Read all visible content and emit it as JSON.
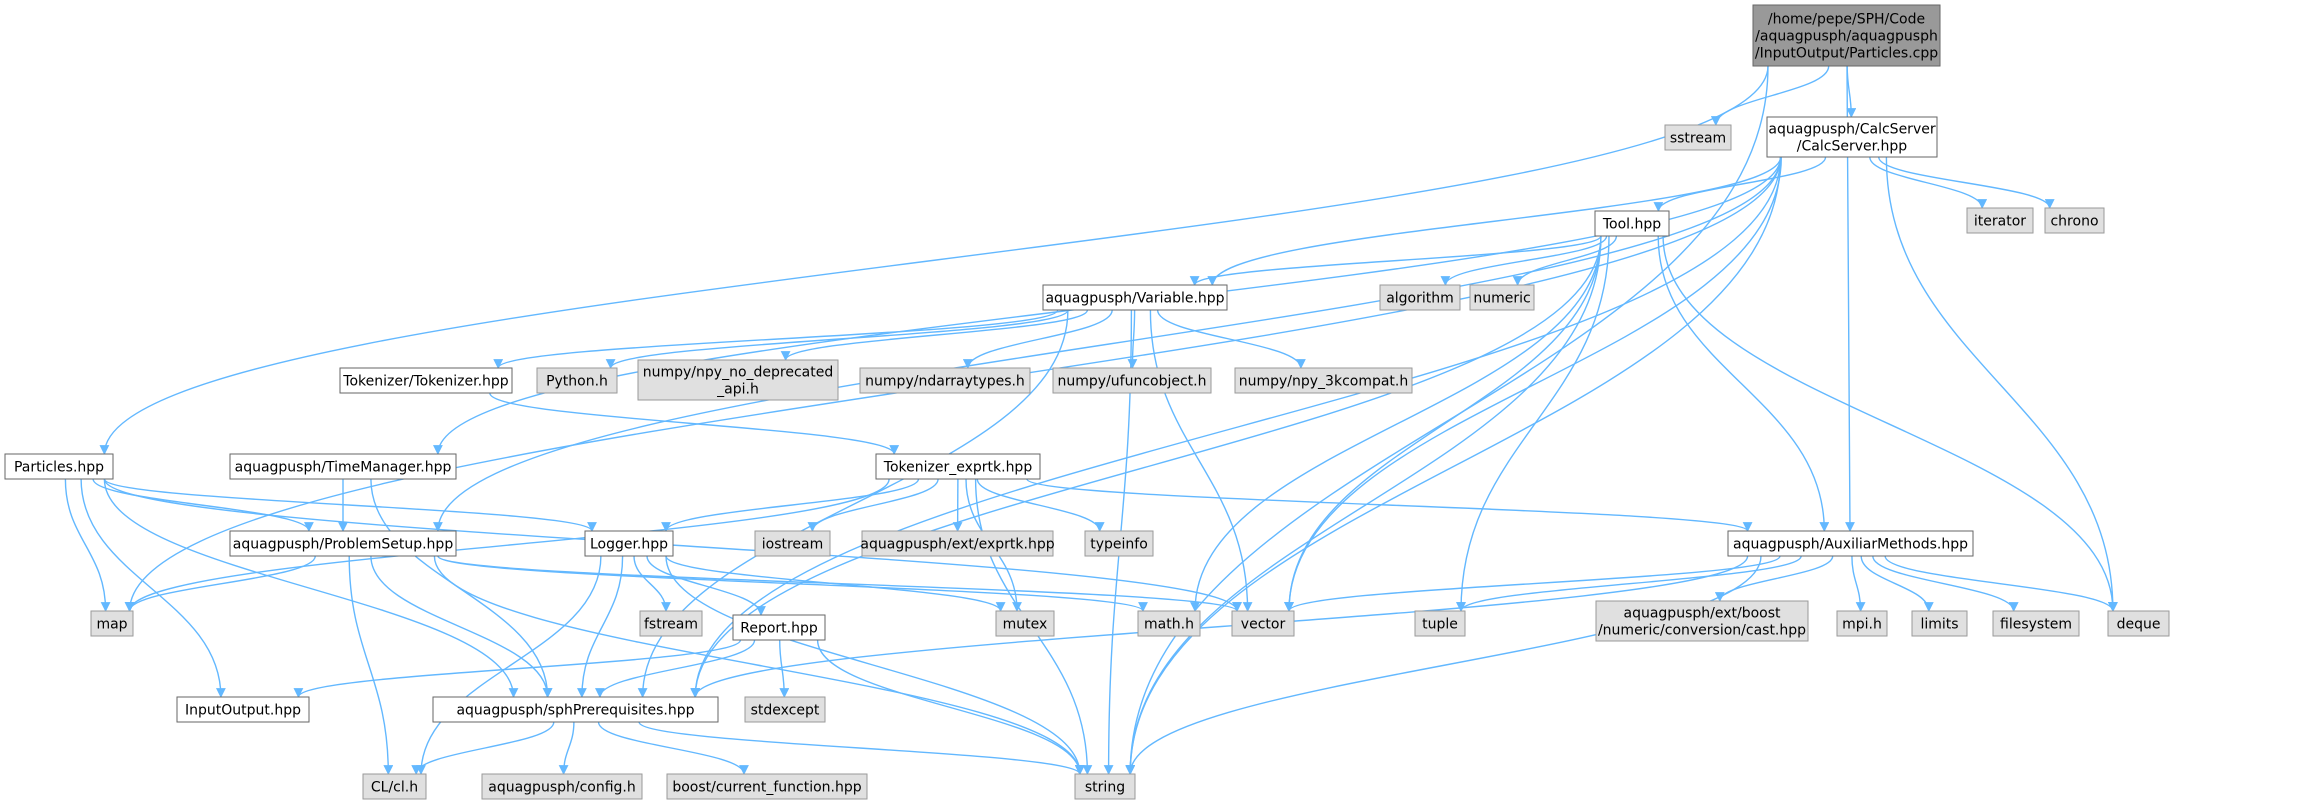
{
  "colors": {
    "edge": "#63b8ff",
    "root_fill": "#999999",
    "doc_fill": "#ffffff",
    "ext_fill": "#e0e0e0",
    "border": "#666666"
  },
  "nodes": {
    "root": [
      "/home/pepe/SPH/Code",
      "/aquagpusph/aquagpusph",
      "/InputOutput/Particles.cpp"
    ],
    "sstream": [
      "sstream"
    ],
    "calcserver": [
      "aquagpusph/CalcServer",
      "/CalcServer.hpp"
    ],
    "iterator": [
      "iterator"
    ],
    "chrono": [
      "chrono"
    ],
    "tool": [
      "Tool.hpp"
    ],
    "algorithm": [
      "algorithm"
    ],
    "numeric": [
      "numeric"
    ],
    "variable": [
      "aquagpusph/Variable.hpp"
    ],
    "tokenizer": [
      "Tokenizer/Tokenizer.hpp"
    ],
    "pythonh": [
      "Python.h"
    ],
    "npy_no_dep": [
      "numpy/npy_no_deprecated",
      "_api.h"
    ],
    "ndarraytypes": [
      "numpy/ndarraytypes.h"
    ],
    "ufuncobject": [
      "numpy/ufuncobject.h"
    ],
    "npy_3k": [
      "numpy/npy_3kcompat.h"
    ],
    "particles": [
      "Particles.hpp"
    ],
    "timemanager": [
      "aquagpusph/TimeManager.hpp"
    ],
    "tokexprtk": [
      "Tokenizer_exprtk.hpp"
    ],
    "problemsetup": [
      "aquagpusph/ProblemSetup.hpp"
    ],
    "logger": [
      "Logger.hpp"
    ],
    "iostream": [
      "iostream"
    ],
    "extexprtk": [
      "aquagpusph/ext/exprtk.hpp"
    ],
    "typeinfo": [
      "typeinfo"
    ],
    "auxiliar": [
      "aquagpusph/AuxiliarMethods.hpp"
    ],
    "map": [
      "map"
    ],
    "fstream": [
      "fstream"
    ],
    "mutex": [
      "mutex"
    ],
    "mathh": [
      "math.h"
    ],
    "vector": [
      "vector"
    ],
    "tuple": [
      "tuple"
    ],
    "boostcast": [
      "aquagpusph/ext/boost",
      "/numeric/conversion/cast.hpp"
    ],
    "mpih": [
      "mpi.h"
    ],
    "limits": [
      "limits"
    ],
    "filesystem": [
      "filesystem"
    ],
    "deque": [
      "deque"
    ],
    "report": [
      "Report.hpp"
    ],
    "stdexcept": [
      "stdexcept"
    ],
    "inputoutput": [
      "InputOutput.hpp"
    ],
    "sphprereq": [
      "aquagpusph/sphPrerequisites.hpp"
    ],
    "clh": [
      "CL/cl.h"
    ],
    "config": [
      "aquagpusph/config.h"
    ],
    "boostfunc": [
      "boost/current_function.hpp"
    ],
    "string": [
      "string"
    ]
  },
  "edges": [
    [
      "root",
      "sstream"
    ],
    [
      "root",
      "calcserver"
    ],
    [
      "root",
      "particles"
    ],
    [
      "root",
      "auxiliar"
    ],
    [
      "root",
      "string"
    ],
    [
      "calcserver",
      "tool"
    ],
    [
      "calcserver",
      "variable"
    ],
    [
      "calcserver",
      "timemanager"
    ],
    [
      "calcserver",
      "problemsetup"
    ],
    [
      "calcserver",
      "map"
    ],
    [
      "calcserver",
      "iterator"
    ],
    [
      "calcserver",
      "chrono"
    ],
    [
      "calcserver",
      "deque"
    ],
    [
      "calcserver",
      "vector"
    ],
    [
      "calcserver",
      "sphprereq"
    ],
    [
      "calcserver",
      "string"
    ],
    [
      "tool",
      "variable"
    ],
    [
      "tool",
      "algorithm"
    ],
    [
      "tool",
      "numeric"
    ],
    [
      "tool",
      "auxiliar"
    ],
    [
      "tool",
      "deque"
    ],
    [
      "tool",
      "vector"
    ],
    [
      "tool",
      "tuple"
    ],
    [
      "tool",
      "mathh"
    ],
    [
      "tool",
      "sphprereq"
    ],
    [
      "tool",
      "string"
    ],
    [
      "variable",
      "tokenizer"
    ],
    [
      "variable",
      "pythonh"
    ],
    [
      "variable",
      "npy_no_dep"
    ],
    [
      "variable",
      "ndarraytypes"
    ],
    [
      "variable",
      "ufuncobject"
    ],
    [
      "variable",
      "npy_3k"
    ],
    [
      "variable",
      "sphprereq"
    ],
    [
      "variable",
      "vector"
    ],
    [
      "variable",
      "string"
    ],
    [
      "tokenizer",
      "tokexprtk"
    ],
    [
      "tokexprtk",
      "logger"
    ],
    [
      "tokexprtk",
      "iostream"
    ],
    [
      "tokexprtk",
      "extexprtk"
    ],
    [
      "tokexprtk",
      "typeinfo"
    ],
    [
      "tokexprtk",
      "auxiliar"
    ],
    [
      "tokexprtk",
      "map"
    ],
    [
      "tokexprtk",
      "mutex"
    ],
    [
      "tokexprtk",
      "string"
    ],
    [
      "particles",
      "problemsetup"
    ],
    [
      "particles",
      "logger"
    ],
    [
      "particles",
      "map"
    ],
    [
      "particles",
      "vector"
    ],
    [
      "particles",
      "inputoutput"
    ],
    [
      "particles",
      "sphprereq"
    ],
    [
      "timemanager",
      "problemsetup"
    ],
    [
      "timemanager",
      "sphprereq"
    ],
    [
      "problemsetup",
      "map"
    ],
    [
      "problemsetup",
      "vector"
    ],
    [
      "problemsetup",
      "mathh"
    ],
    [
      "problemsetup",
      "sphprereq"
    ],
    [
      "problemsetup",
      "clh"
    ],
    [
      "problemsetup",
      "string"
    ],
    [
      "logger",
      "fstream"
    ],
    [
      "logger",
      "report"
    ],
    [
      "logger",
      "mutex"
    ],
    [
      "logger",
      "sphprereq"
    ],
    [
      "logger",
      "clh"
    ],
    [
      "logger",
      "string"
    ],
    [
      "auxiliar",
      "vector"
    ],
    [
      "auxiliar",
      "tuple"
    ],
    [
      "auxiliar",
      "boostcast"
    ],
    [
      "auxiliar",
      "mpih"
    ],
    [
      "auxiliar",
      "limits"
    ],
    [
      "auxiliar",
      "filesystem"
    ],
    [
      "auxiliar",
      "deque"
    ],
    [
      "auxiliar",
      "sphprereq"
    ],
    [
      "auxiliar",
      "string"
    ],
    [
      "report",
      "inputoutput"
    ],
    [
      "report",
      "sphprereq"
    ],
    [
      "report",
      "stdexcept"
    ],
    [
      "report",
      "string"
    ],
    [
      "sphprereq",
      "clh"
    ],
    [
      "sphprereq",
      "config"
    ],
    [
      "sphprereq",
      "boostfunc"
    ],
    [
      "sphprereq",
      "string"
    ]
  ]
}
